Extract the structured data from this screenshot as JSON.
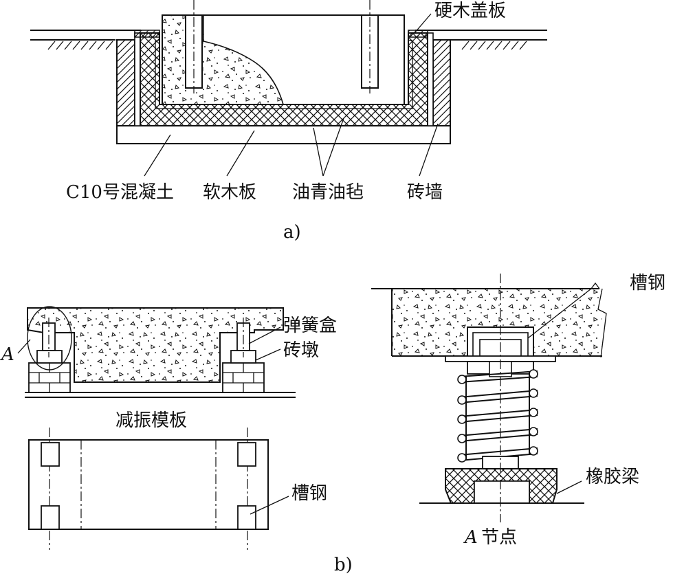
{
  "section_a": {
    "caption": "a)",
    "labels": {
      "hardwood_cover": "硬木盖板",
      "concrete": "C10号混凝土",
      "cork_board": "软木板",
      "asphalt_felt": "油青油毡",
      "brick_wall": "砖墙"
    }
  },
  "section_b": {
    "caption": "b)",
    "labels": {
      "marker_a": "A",
      "spring_box": "弹簧盒",
      "brick_pier": "砖墩",
      "damping_template": "减振模板",
      "channel_steel_plan": "槽钢",
      "channel_steel_detail": "槽钢",
      "rubber_beam": "橡胶梁",
      "node_marker": "A",
      "node_suffix": "节点"
    }
  }
}
